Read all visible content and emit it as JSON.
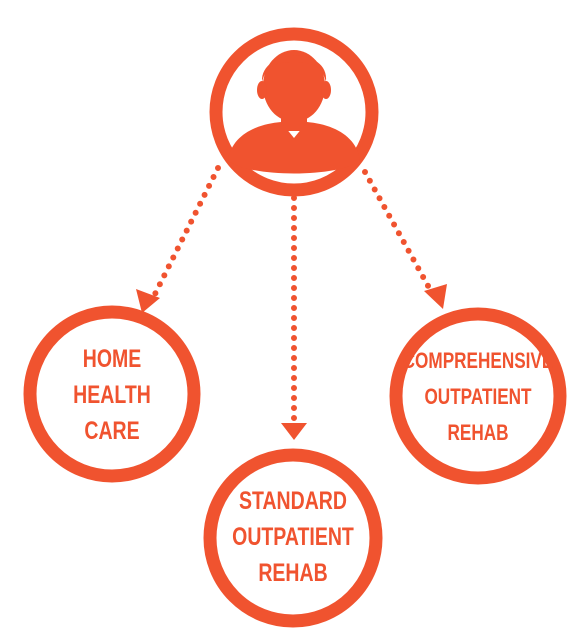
{
  "colors": {
    "accent": "#F0532F",
    "background": "#FFFFFF"
  },
  "root": {
    "icon": "person-icon"
  },
  "nodes": {
    "home_health_care": {
      "lines": [
        "HOME",
        "HEALTH",
        "CARE"
      ]
    },
    "standard_outpatient_rehab": {
      "lines": [
        "STANDARD",
        "OUTPATIENT",
        "REHAB"
      ]
    },
    "comprehensive_outpatient_rehab": {
      "lines": [
        "COMPREHENSIVE",
        "OUTPATIENT",
        "REHAB"
      ]
    }
  },
  "edges": [
    {
      "from": "root",
      "to": "home_health_care",
      "style": "dotted-arrow"
    },
    {
      "from": "root",
      "to": "standard_outpatient_rehab",
      "style": "dotted-arrow"
    },
    {
      "from": "root",
      "to": "comprehensive_outpatient_rehab",
      "style": "dotted-arrow"
    }
  ]
}
